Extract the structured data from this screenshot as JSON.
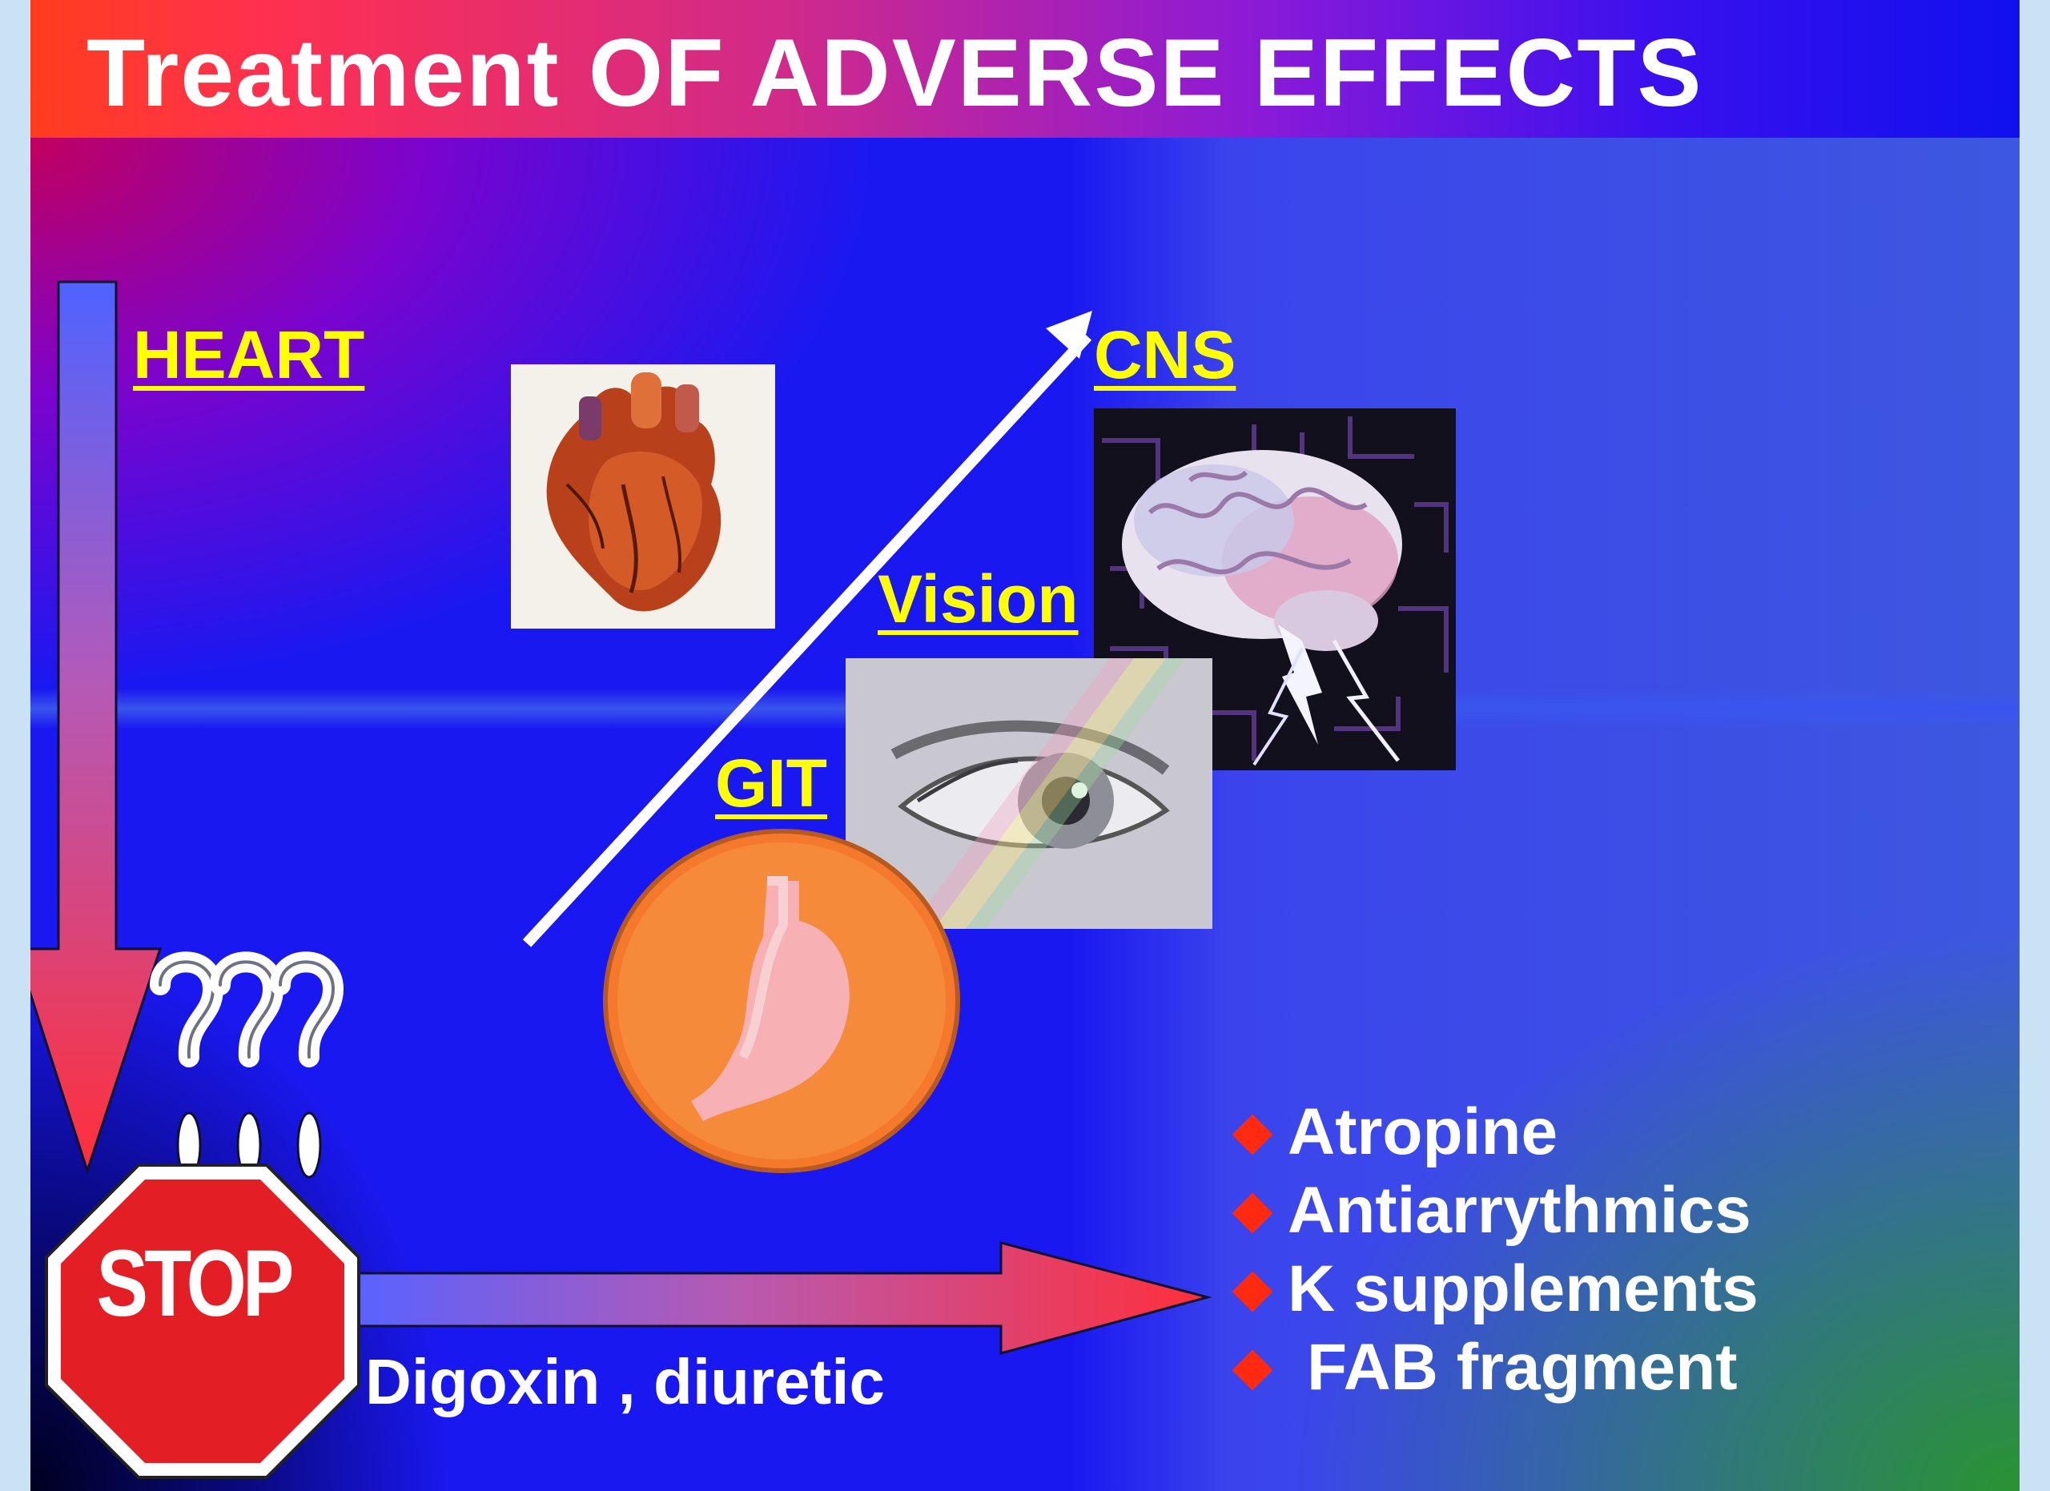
{
  "title": "Treatment OF ADVERSE EFFECTS",
  "labels": {
    "heart": "HEART",
    "cns": "CNS",
    "vision": "Vision",
    "git": "GIT"
  },
  "stop_sign": "STOP",
  "stop_caption": "Digoxin , diuretic",
  "treatments": [
    "Atropine",
    "Antiarrythmics",
    "K supplements",
    "FAB fragment"
  ],
  "icons": {
    "heart": "heart-illustration-icon",
    "brain": "brain-lightning-icon",
    "eye": "eye-icon",
    "stomach": "stomach-icon",
    "question": "question-mark-icon",
    "stop": "stop-sign-icon"
  },
  "colors": {
    "label": "#ffff00",
    "bullet": "#ff2a10",
    "stop_red": "#e31e24"
  }
}
